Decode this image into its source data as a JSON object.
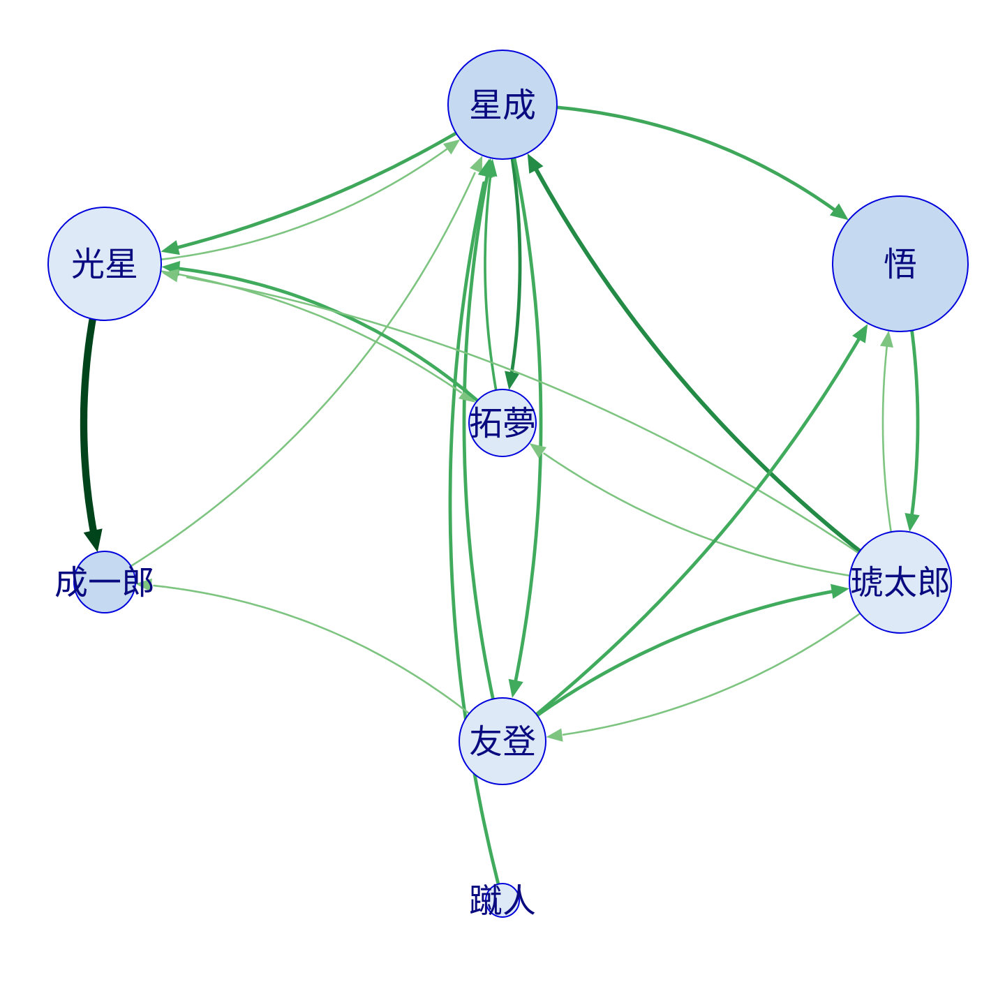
{
  "nodes": [
    {
      "id": "seisei",
      "label": "星成",
      "fill": "#c5daf0"
    },
    {
      "id": "kosei",
      "label": "光星",
      "fill": "#dde9f6"
    },
    {
      "id": "satoru",
      "label": "悟",
      "fill": "#c5daf0"
    },
    {
      "id": "takumu",
      "label": "拓夢",
      "fill": "#dde9f6"
    },
    {
      "id": "seiichiro",
      "label": "成一郎",
      "fill": "#c5daf0"
    },
    {
      "id": "kotaro",
      "label": "琥太郎",
      "fill": "#dde9f6"
    },
    {
      "id": "yuto",
      "label": "友登",
      "fill": "#dde9f6"
    },
    {
      "id": "shuto",
      "label": "蹴人",
      "fill": "#dde9f6"
    }
  ],
  "edges": [
    {
      "from": "seisei",
      "to": "kosei",
      "weight": 3,
      "color": "#3fa75a"
    },
    {
      "from": "kosei",
      "to": "seisei",
      "weight": 1,
      "color": "#7cc47f"
    },
    {
      "from": "seiichiro",
      "to": "seisei",
      "weight": 1,
      "color": "#7cc47f"
    },
    {
      "from": "kosei",
      "to": "seiichiro",
      "weight": 8,
      "color": "#00441b"
    },
    {
      "from": "seisei",
      "to": "satoru",
      "weight": 3,
      "color": "#3fa75a"
    },
    {
      "from": "kotaro",
      "to": "seisei",
      "weight": 4,
      "color": "#238b45"
    },
    {
      "from": "seisei",
      "to": "takumu",
      "weight": 3,
      "color": "#238b45"
    },
    {
      "from": "takumu",
      "to": "seisei",
      "weight": 2,
      "color": "#41ab5d"
    },
    {
      "from": "seisei",
      "to": "yuto",
      "weight": 3,
      "color": "#41ab5d"
    },
    {
      "from": "yuto",
      "to": "seisei",
      "weight": 3,
      "color": "#41ab5d"
    },
    {
      "from": "shuto",
      "to": "seisei",
      "weight": 3,
      "color": "#41ab5d"
    },
    {
      "from": "kosei",
      "to": "takumu",
      "weight": 1,
      "color": "#7cc47f"
    },
    {
      "from": "takumu",
      "to": "kosei",
      "weight": 3,
      "color": "#41ab5d"
    },
    {
      "from": "kotaro",
      "to": "kosei",
      "weight": 1,
      "color": "#7cc47f"
    },
    {
      "from": "kotaro",
      "to": "takumu",
      "weight": 1,
      "color": "#7cc47f"
    },
    {
      "from": "satoru",
      "to": "kotaro",
      "weight": 3,
      "color": "#41ab5d"
    },
    {
      "from": "kotaro",
      "to": "satoru",
      "weight": 1,
      "color": "#7cc47f"
    },
    {
      "from": "yuto",
      "to": "satoru",
      "weight": 3,
      "color": "#41ab5d"
    },
    {
      "from": "yuto",
      "to": "kotaro",
      "weight": 3,
      "color": "#41ab5d"
    },
    {
      "from": "kotaro",
      "to": "yuto",
      "weight": 1,
      "color": "#7cc47f"
    },
    {
      "from": "yuto",
      "to": "seiichiro",
      "weight": 1,
      "color": "#7cc47f"
    }
  ]
}
